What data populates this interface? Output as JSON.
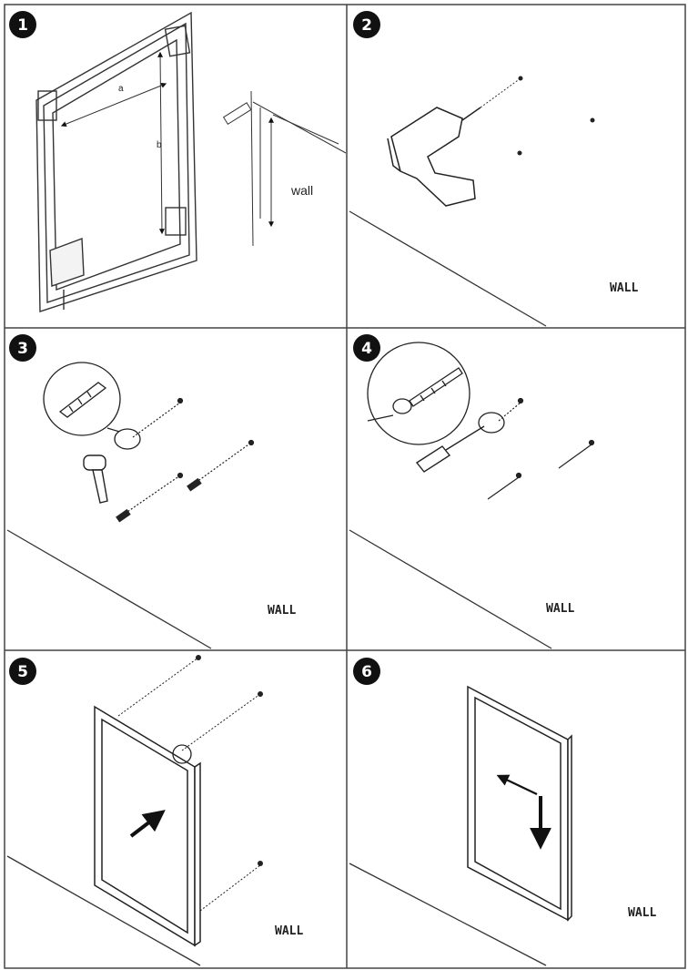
{
  "steps": [
    {
      "number": "1",
      "wall_label": "wall",
      "dim_a": "a",
      "dim_b": "b"
    },
    {
      "number": "2",
      "wall_label": "WALL"
    },
    {
      "number": "3",
      "wall_label": "WALL"
    },
    {
      "number": "4",
      "wall_label": "WALL"
    },
    {
      "number": "5",
      "wall_label": "WALL"
    },
    {
      "number": "6",
      "wall_label": "WALL"
    }
  ],
  "colors": {
    "line": "#2a2a2a",
    "grid": "#444444",
    "badge": "#111111"
  }
}
